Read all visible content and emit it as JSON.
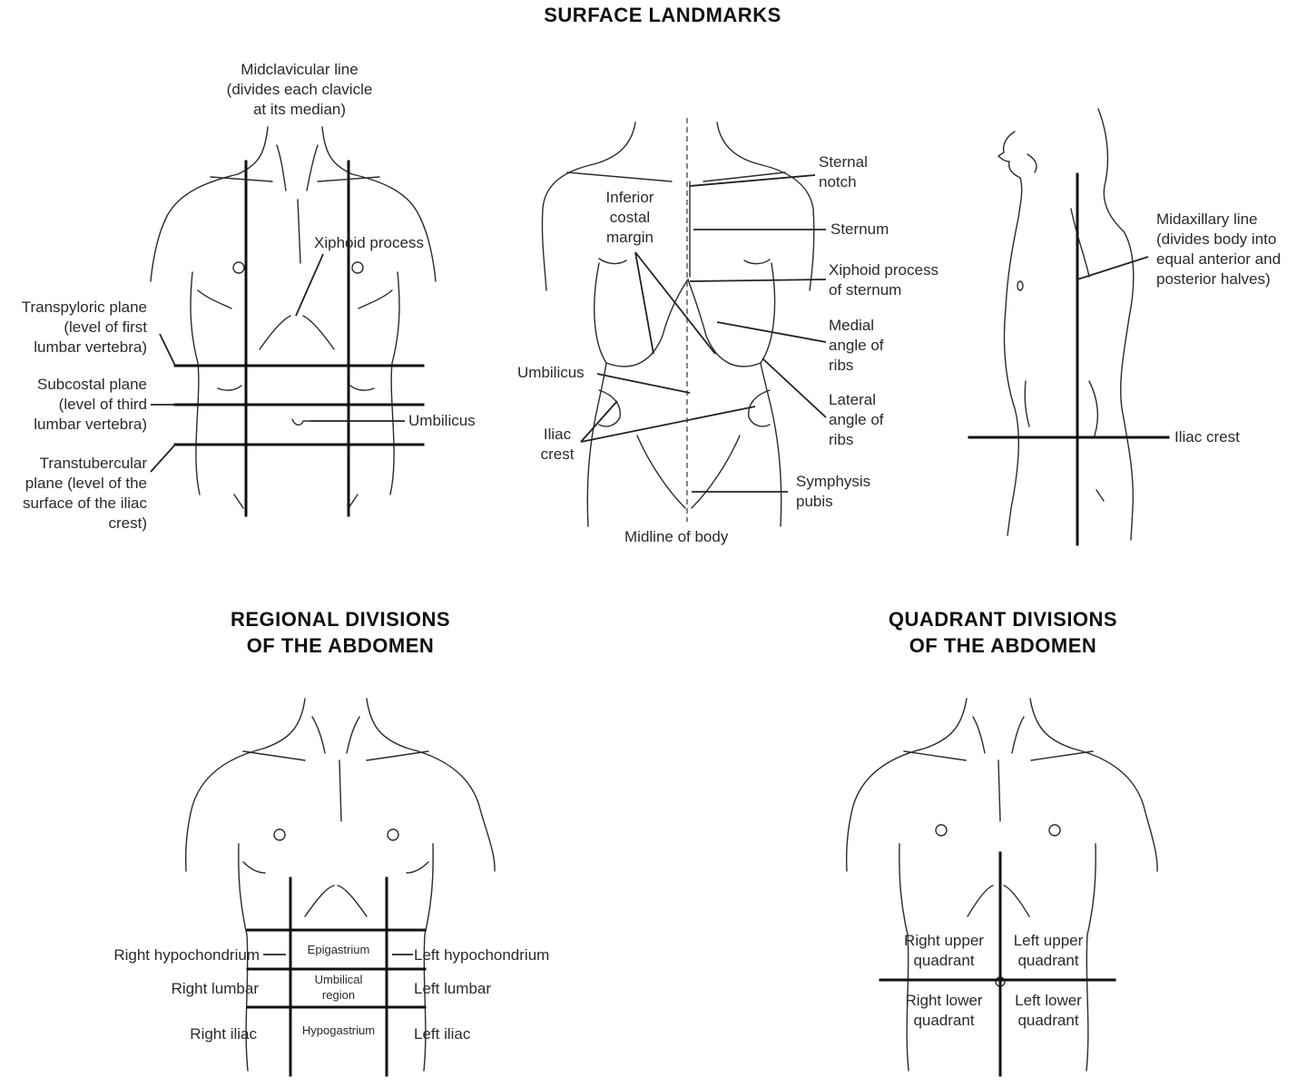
{
  "titles": {
    "surface": "SURFACE LANDMARKS",
    "regional_line1": "REGIONAL DIVISIONS",
    "regional_line2": "OF THE ABDOMEN",
    "quadrant_line1": "QUADRANT DIVISIONS",
    "quadrant_line2": "OF THE ABDOMEN"
  },
  "front_view": {
    "midclavicular_1": "Midclavicular line",
    "midclavicular_2": "(divides each clavicle",
    "midclavicular_3": "at its median)",
    "xiphoid": "Xiphoid process",
    "transpyloric_1": "Transpyloric plane",
    "transpyloric_2": "(level of first",
    "transpyloric_3": "lumbar vertebra)",
    "subcostal_1": "Subcostal plane",
    "subcostal_2": "(level of third",
    "subcostal_3": "lumbar vertebra)",
    "umbilicus": "Umbilicus",
    "transtubercular_1": "Transtubercular",
    "transtubercular_2": "plane (level of the",
    "transtubercular_3": "surface of the iliac",
    "transtubercular_4": "crest)"
  },
  "middle_view": {
    "inferior_1": "Inferior",
    "inferior_2": "costal",
    "inferior_3": "margin",
    "sternal_1": "Sternal",
    "sternal_2": "notch",
    "sternum": "Sternum",
    "xiphoid_1": "Xiphoid process",
    "xiphoid_2": "of sternum",
    "medial_1": "Medial",
    "medial_2": "angle of",
    "medial_3": "ribs",
    "umbilicus": "Umbilicus",
    "lateral_1": "Lateral",
    "lateral_2": "angle of",
    "lateral_3": "ribs",
    "iliac_1": "Iliac",
    "iliac_2": "crest",
    "symphysis_1": "Symphysis",
    "symphysis_2": "pubis",
    "midline": "Midline of body"
  },
  "side_view": {
    "midaxillary_1": "Midaxillary line",
    "midaxillary_2": "(divides body into",
    "midaxillary_3": "equal anterior and",
    "midaxillary_4": "posterior halves)",
    "iliac_crest": "Iliac crest"
  },
  "regional": {
    "right_hypochondrium": "Right hypochondrium",
    "epigastrium": "Epigastrium",
    "left_hypochondrium": "Left hypochondrium",
    "right_lumbar": "Right lumbar",
    "umbilical_1": "Umbilical",
    "umbilical_2": "region",
    "left_lumbar": "Left lumbar",
    "right_iliac": "Right iliac",
    "hypogastrium": "Hypogastrium",
    "left_iliac": "Left iliac"
  },
  "quadrant": {
    "ruq_1": "Right upper",
    "ruq_2": "quadrant",
    "luq_1": "Left upper",
    "luq_2": "quadrant",
    "rlq_1": "Right lower",
    "rlq_2": "quadrant",
    "llq_1": "Left lower",
    "llq_2": "quadrant"
  }
}
